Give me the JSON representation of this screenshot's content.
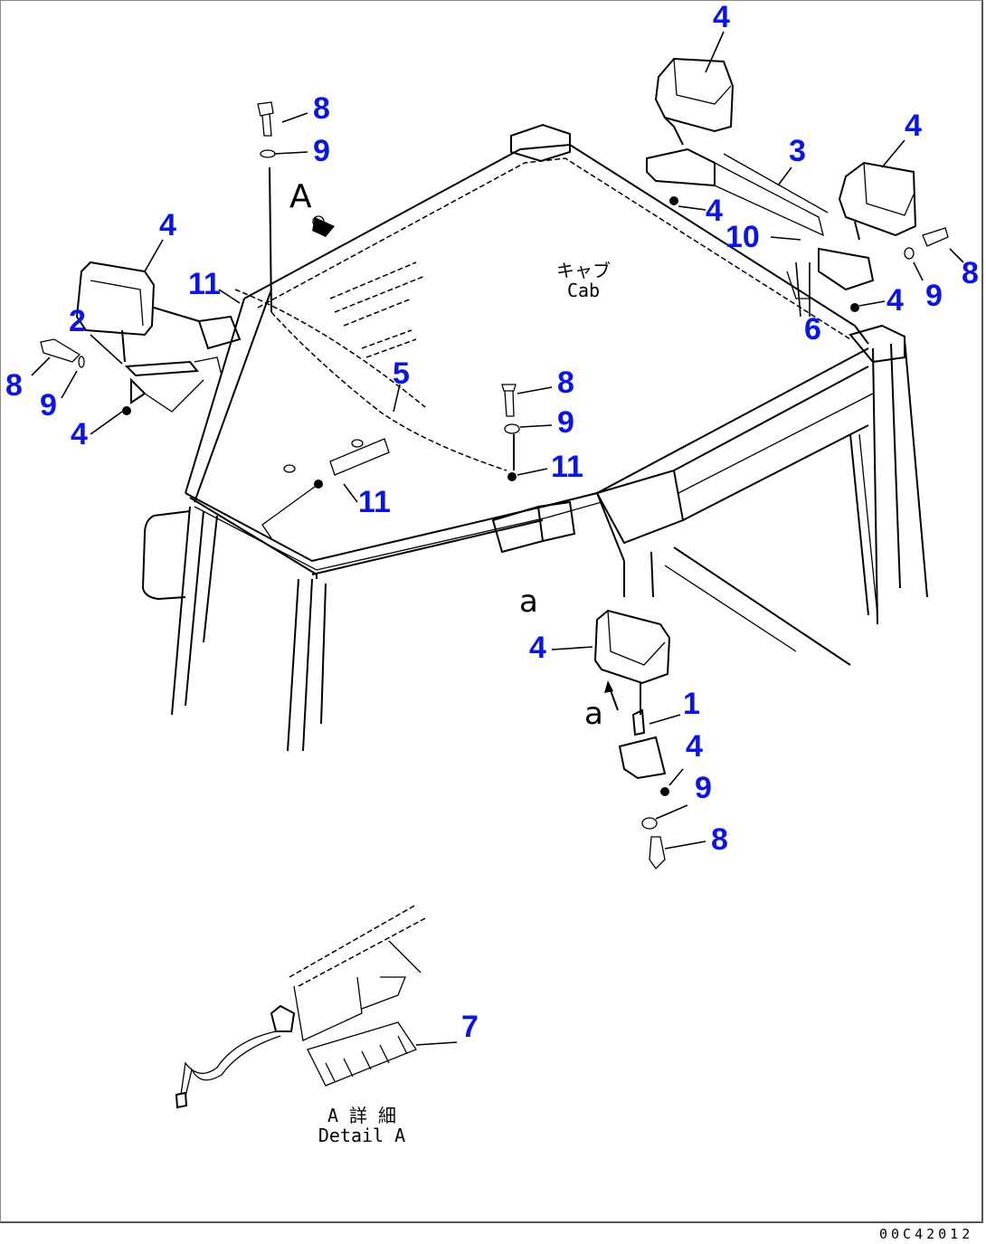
{
  "diagram": {
    "cab_label": {
      "jp": "キャブ",
      "en": "Cab"
    },
    "detail_label": {
      "jp": "A 詳 細",
      "en": "Detail A"
    },
    "view_arrow_label": "A",
    "section_labels": [
      "a",
      "a"
    ],
    "drawing_code": "00C42012",
    "callout_color": "#0a14e6",
    "callouts": [
      {
        "id": "c-4-top",
        "num": "4",
        "part": "work-lamp"
      },
      {
        "id": "c-8-top",
        "num": "8",
        "part": "bolt"
      },
      {
        "id": "c-9-top",
        "num": "9",
        "part": "washer"
      },
      {
        "id": "c-3",
        "num": "3",
        "part": "bracket-rear"
      },
      {
        "id": "c-4-right",
        "num": "4",
        "part": "work-lamp"
      },
      {
        "id": "c-4-nut1",
        "num": "4",
        "part": "nut"
      },
      {
        "id": "c-10",
        "num": "10",
        "part": "clamp"
      },
      {
        "id": "c-8-right",
        "num": "8",
        "part": "bolt"
      },
      {
        "id": "c-9-right",
        "num": "9",
        "part": "washer"
      },
      {
        "id": "c-4-nut2",
        "num": "4",
        "part": "nut"
      },
      {
        "id": "c-6",
        "num": "6",
        "part": "bracket"
      },
      {
        "id": "c-4-left",
        "num": "4",
        "part": "work-lamp"
      },
      {
        "id": "c-11-left",
        "num": "11",
        "part": "clip"
      },
      {
        "id": "c-2",
        "num": "2",
        "part": "bracket-left"
      },
      {
        "id": "c-8-left",
        "num": "8",
        "part": "bolt"
      },
      {
        "id": "c-9-left",
        "num": "9",
        "part": "washer"
      },
      {
        "id": "c-4-left-nut",
        "num": "4",
        "part": "nut"
      },
      {
        "id": "c-5",
        "num": "5",
        "part": "wiring-harness"
      },
      {
        "id": "c-8-mid",
        "num": "8",
        "part": "bolt"
      },
      {
        "id": "c-9-mid",
        "num": "9",
        "part": "washer"
      },
      {
        "id": "c-11-mid",
        "num": "11",
        "part": "clip"
      },
      {
        "id": "c-11-low",
        "num": "11",
        "part": "clip"
      },
      {
        "id": "c-4-front",
        "num": "4",
        "part": "work-lamp"
      },
      {
        "id": "c-1",
        "num": "1",
        "part": "bracket-front"
      },
      {
        "id": "c-4-front-nut",
        "num": "4",
        "part": "nut"
      },
      {
        "id": "c-9-front",
        "num": "9",
        "part": "washer"
      },
      {
        "id": "c-8-front",
        "num": "8",
        "part": "bolt"
      },
      {
        "id": "c-7",
        "num": "7",
        "part": "connector"
      }
    ]
  }
}
